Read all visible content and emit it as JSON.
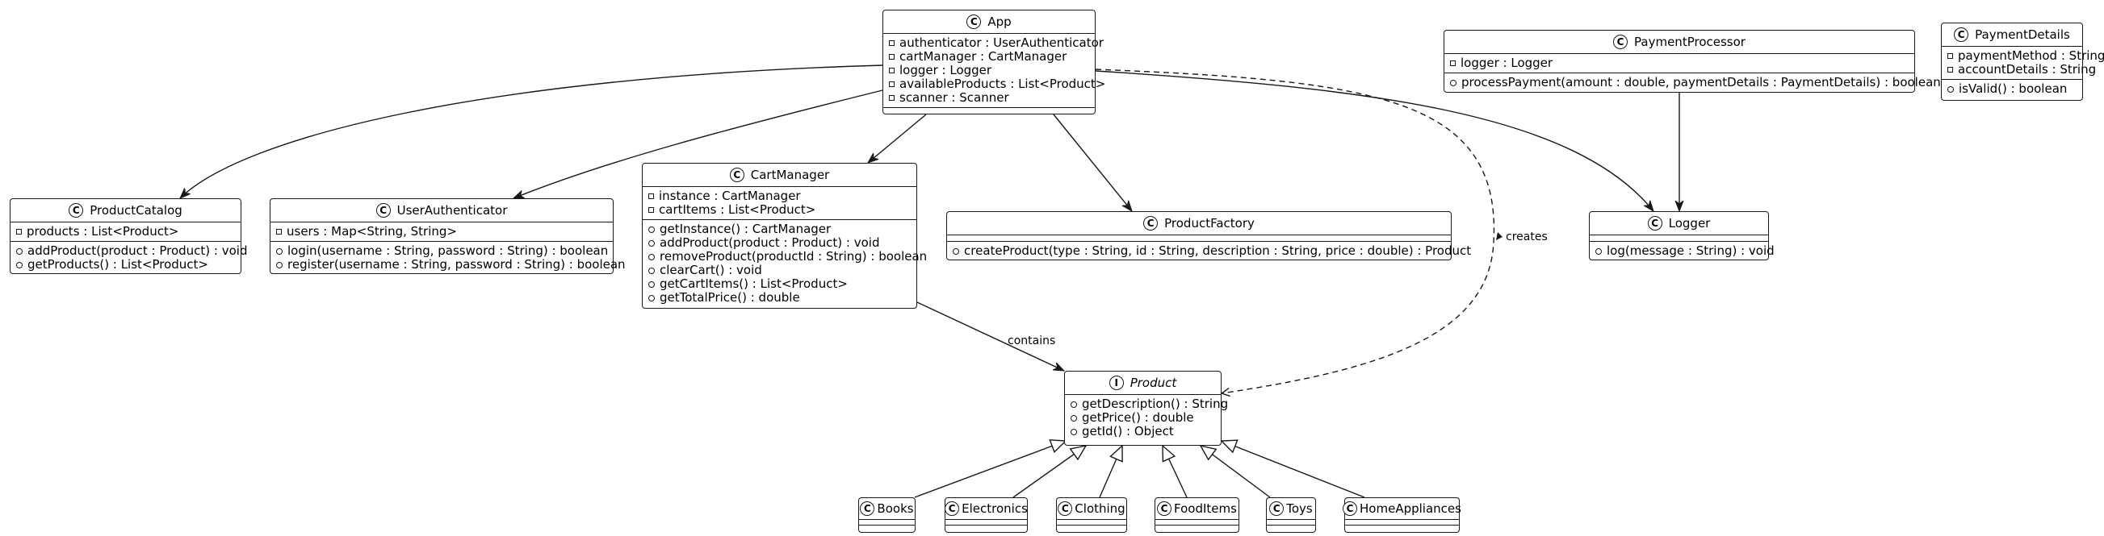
{
  "classes": {
    "app": {
      "name": "App",
      "attributes": [
        "authenticator : UserAuthenticator",
        "cartManager : CartManager",
        "logger : Logger",
        "availableProducts : List<Product>",
        "scanner : Scanner"
      ]
    },
    "payment_processor": {
      "name": "PaymentProcessor",
      "attributes": [
        "logger : Logger"
      ],
      "methods": [
        "processPayment(amount : double, paymentDetails : PaymentDetails) : boolean"
      ]
    },
    "payment_details": {
      "name": "PaymentDetails",
      "attributes": [
        "paymentMethod : String",
        "accountDetails : String"
      ],
      "methods": [
        "isValid() : boolean"
      ]
    },
    "product_catalog": {
      "name": "ProductCatalog",
      "attributes": [
        "products : List<Product>"
      ],
      "methods": [
        "addProduct(product : Product) : void",
        "getProducts() : List<Product>"
      ]
    },
    "user_authenticator": {
      "name": "UserAuthenticator",
      "attributes": [
        "users : Map<String, String>"
      ],
      "methods": [
        "login(username : String, password : String) : boolean",
        "register(username : String, password : String) : boolean"
      ]
    },
    "cart_manager": {
      "name": "CartManager",
      "attributes": [
        "instance : CartManager",
        "cartItems : List<Product>"
      ],
      "methods": [
        "getInstance() : CartManager",
        "addProduct(product : Product) : void",
        "removeProduct(productId : String) : boolean",
        "clearCart() : void",
        "getCartItems() : List<Product>",
        "getTotalPrice() : double"
      ]
    },
    "product_factory": {
      "name": "ProductFactory",
      "methods": [
        "createProduct(type : String, id : String, description : String, price : double) : Product"
      ]
    },
    "logger": {
      "name": "Logger",
      "methods": [
        "log(message : String) : void"
      ]
    },
    "product": {
      "name": "Product",
      "methods": [
        "getDescription() : String",
        "getPrice() : double",
        "getId() : Object"
      ]
    },
    "books": {
      "name": "Books"
    },
    "electronics": {
      "name": "Electronics"
    },
    "clothing": {
      "name": "Clothing"
    },
    "food_items": {
      "name": "FoodItems"
    },
    "toys": {
      "name": "Toys"
    },
    "home_appliances": {
      "name": "HomeAppliances"
    }
  },
  "badges": {
    "class": "C",
    "interface": "I"
  },
  "edge_labels": {
    "creates": "creates",
    "contains": "contains"
  }
}
